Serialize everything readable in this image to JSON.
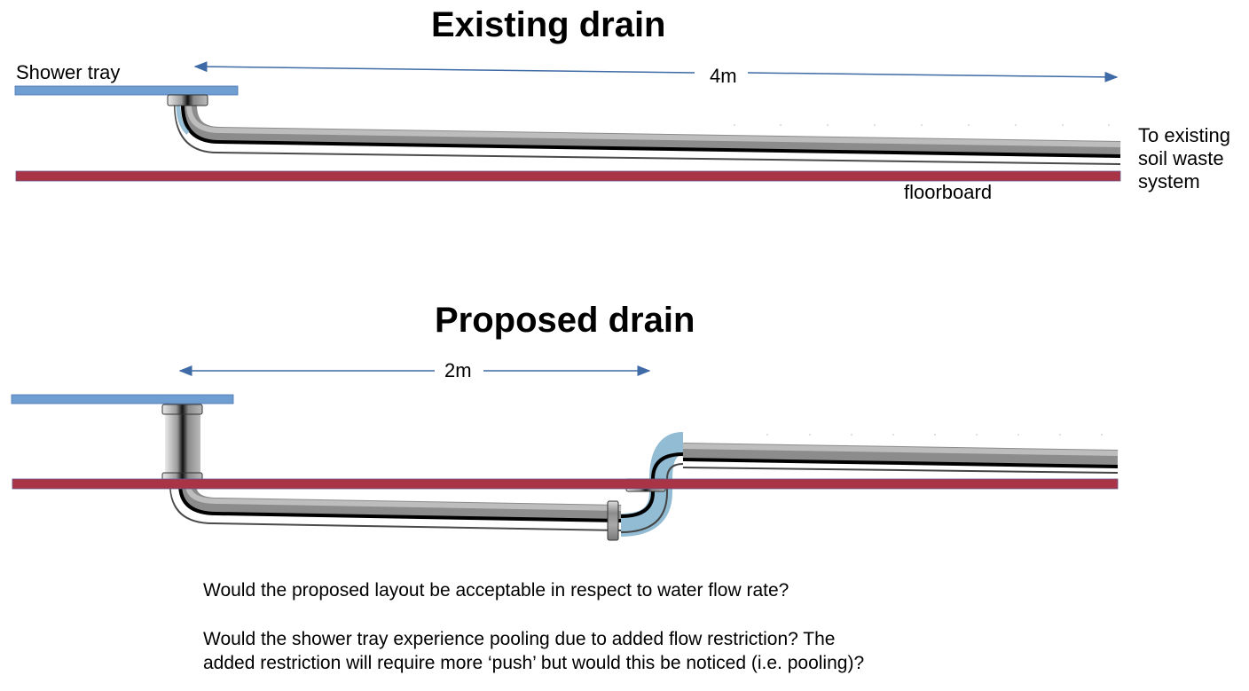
{
  "existing": {
    "title": "Existing drain",
    "tray_label": "Shower tray",
    "distance_label": "4m",
    "floor_label": "floorboard",
    "outlet_label_lines": [
      "To existing",
      "soil waste",
      "system"
    ]
  },
  "proposed": {
    "title": "Proposed drain",
    "distance_label": "2m"
  },
  "questions": [
    "Would the proposed layout be acceptable in respect to water flow rate?",
    "Would the shower tray experience pooling due to added flow restriction? The",
    "added restriction will require more ‘push’ but would this be noticed (i.e. pooling)?"
  ],
  "colors": {
    "tray": "#6f9ed3",
    "floorboard": "#a83445",
    "arrow": "#3e6aa5",
    "pipe_dark": "#000000",
    "pipe_mid": "#8a8a8a",
    "pipe_light": "#c9c9c9",
    "pipe_bend_tint": "#7fb0cc"
  }
}
